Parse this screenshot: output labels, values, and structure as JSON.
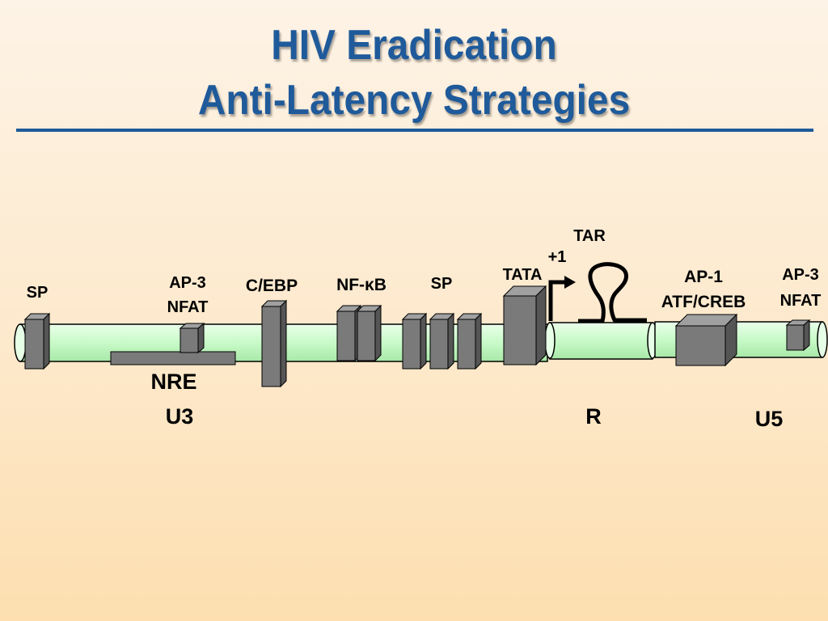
{
  "title": {
    "line1": "HIV Eradication",
    "line2": "Anti-Latency Strategies"
  },
  "diagram": {
    "labels": {
      "sp_left": "SP",
      "ap3_left": "AP-3",
      "nfat_left": "NFAT",
      "cebp": "C/EBP",
      "nfkb": "NF-κB",
      "sp_mid": "SP",
      "tata": "TATA",
      "plus1": "+1",
      "tar": "TAR",
      "ap1": "AP-1",
      "atf_creb": "ATF/CREB",
      "ap3_right": "AP-3",
      "nfat_right": "NFAT",
      "nre": "NRE",
      "u3": "U3",
      "r": "R",
      "u5": "U5"
    }
  },
  "colors": {
    "title": "#1f5a9a",
    "tube": "#ccfccc",
    "box": "#7a7a7a"
  }
}
